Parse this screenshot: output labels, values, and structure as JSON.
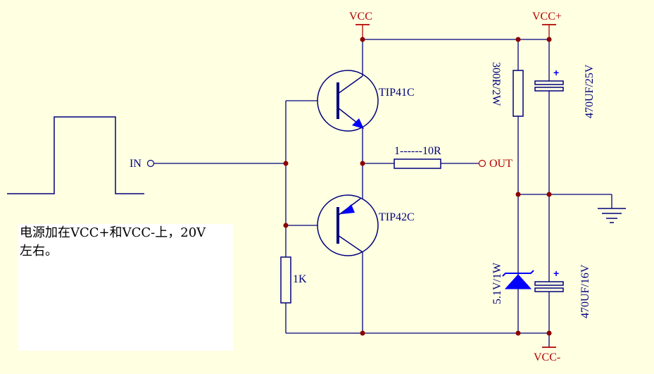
{
  "labels": {
    "vcc": "VCC",
    "vcc_plus": "VCC+",
    "vcc_minus": "VCC-",
    "in": "IN",
    "out": "OUT",
    "q_top": "TIP41C",
    "q_bottom": "TIP42C",
    "r_series": "1------10R",
    "r_top": "300R/2W",
    "r_bias": "1K",
    "c_top": "470UF/25V",
    "c_bottom": "470UF/16V",
    "zener": "5.1V/1W"
  },
  "note": {
    "line1": "电源加在VCC+和VCC-上，20V",
    "line2": "左右。"
  },
  "colors": {
    "wire": "#00007f",
    "power": "#b40000",
    "junction": "#8b0000",
    "zener_fill": "#0000ff",
    "component": "#00007f"
  }
}
